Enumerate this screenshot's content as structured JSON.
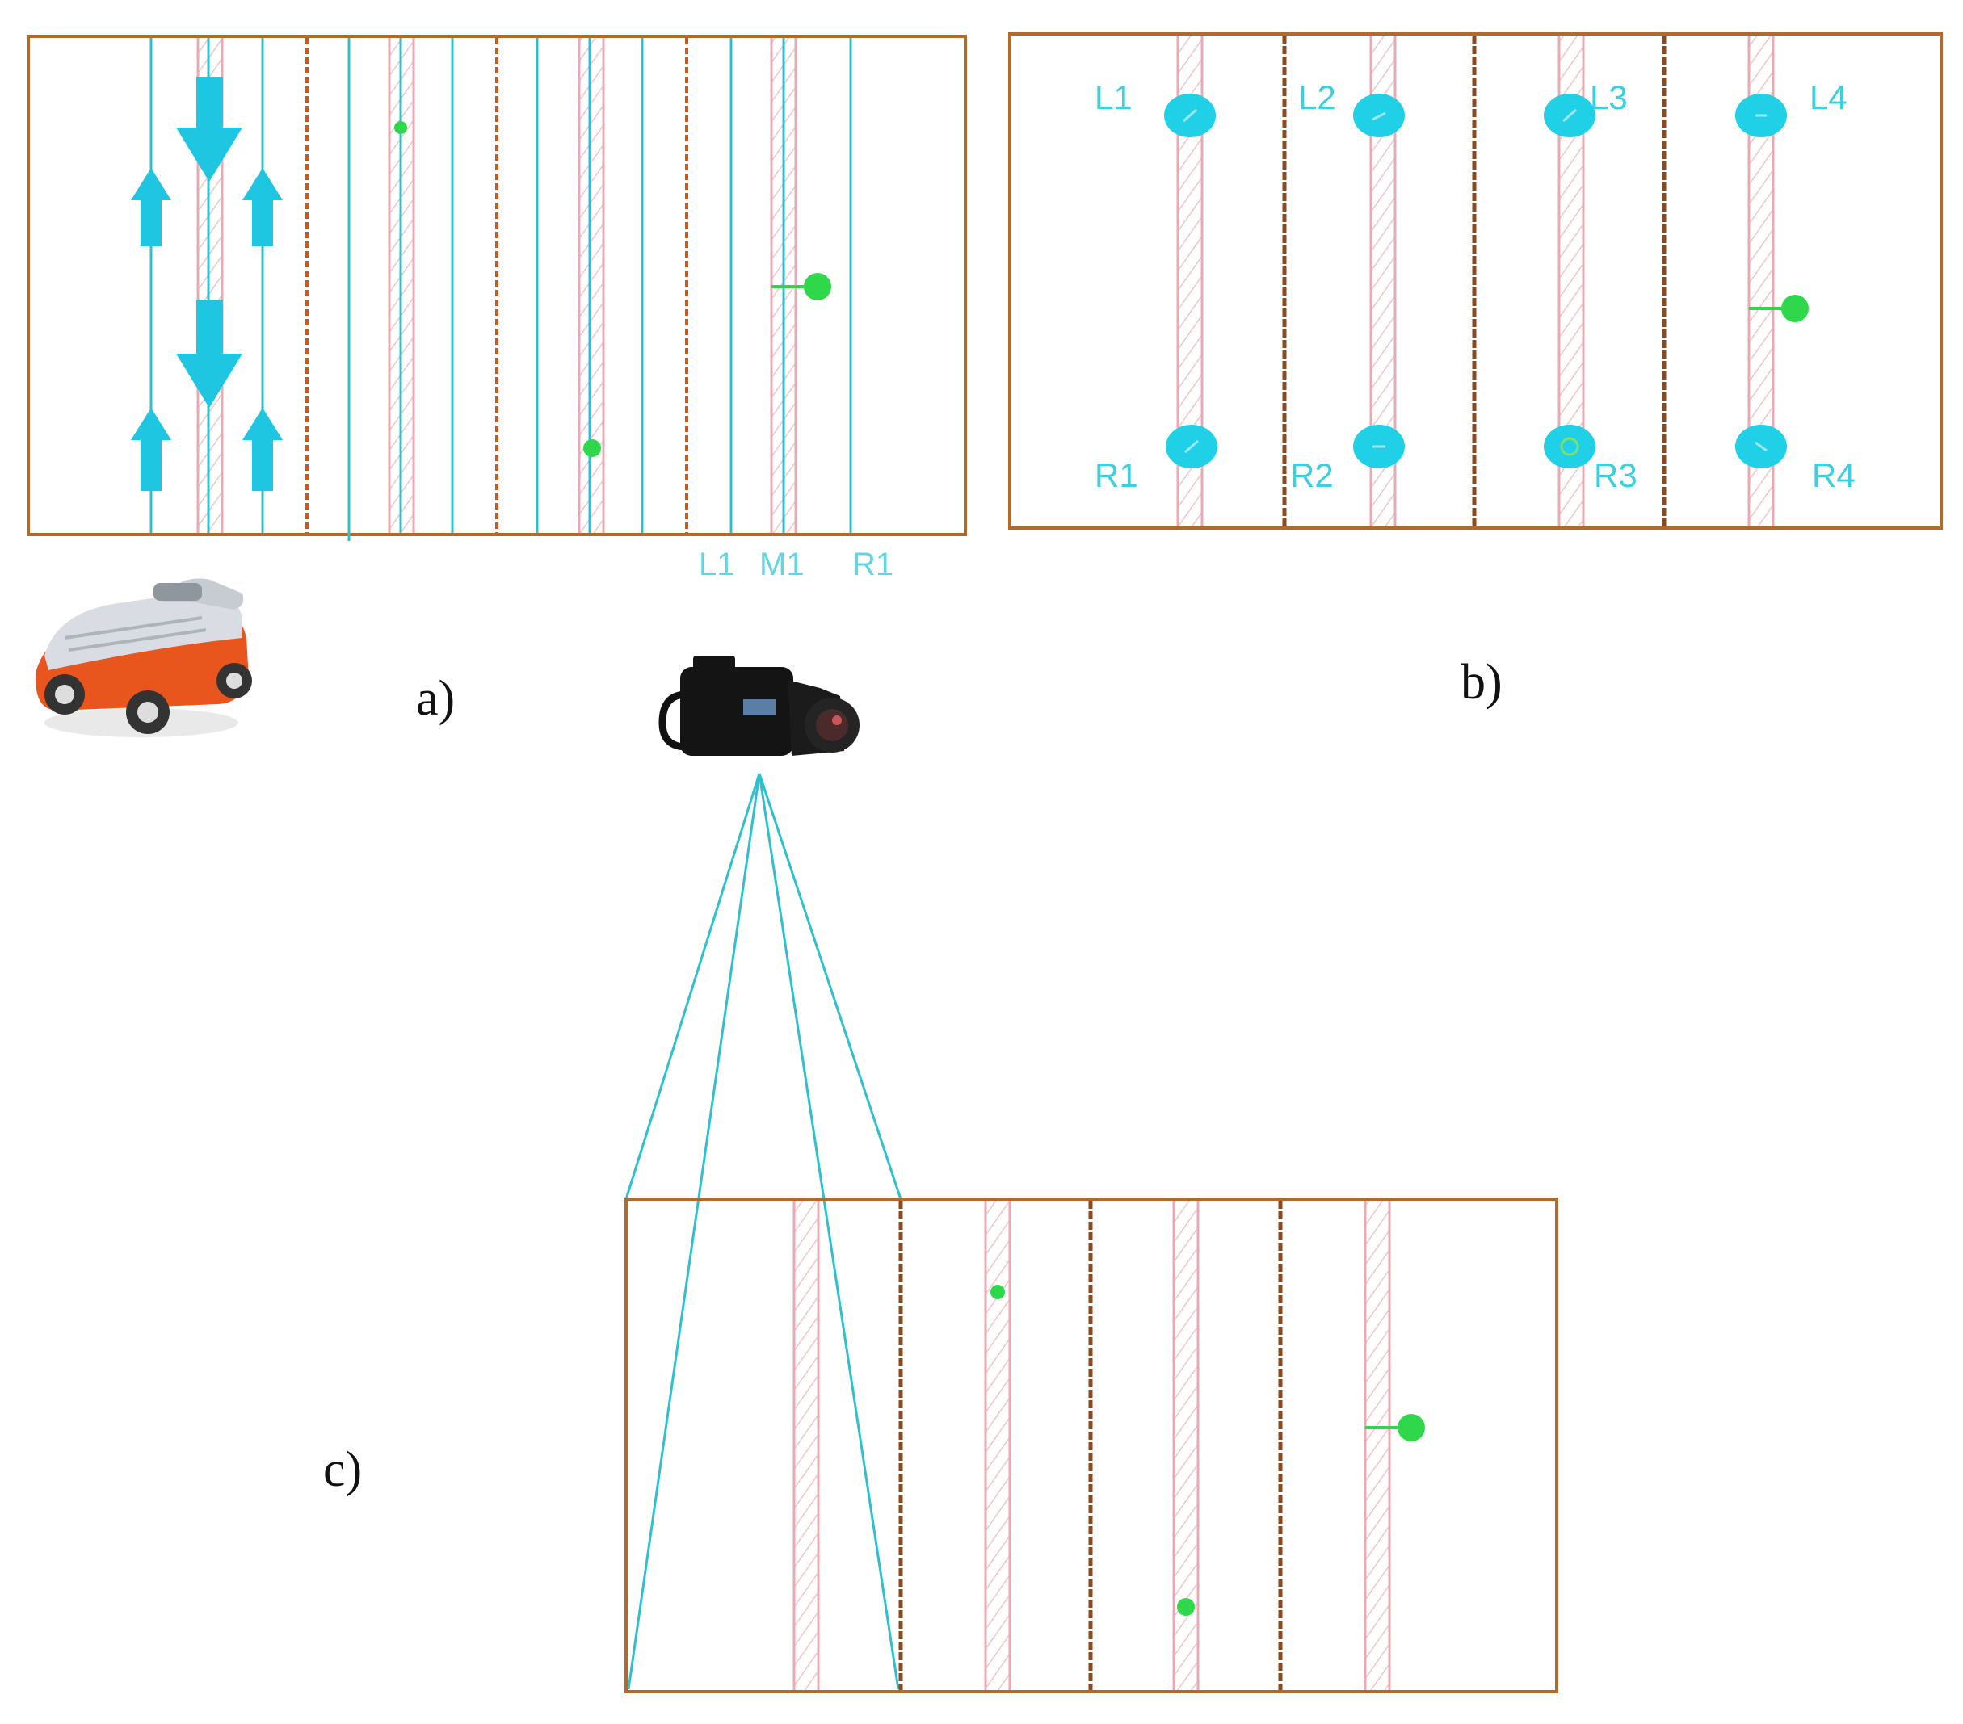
{
  "colors": {
    "border": "#b06a2c",
    "joint": "#c85a1e",
    "rebar": "#e9aab2",
    "scan_line": "#2ec0cf",
    "arrow": "#1fc6e2",
    "marker": "#2fd84a",
    "label": "#3ccfe0"
  },
  "panel_a": {
    "caption": "a)",
    "line_labels": [
      "L1",
      "M1",
      "R1"
    ],
    "device_icon": "gpr-cart-icon"
  },
  "panel_b": {
    "caption": "b)",
    "top_points": [
      "L1",
      "L2",
      "L3",
      "L4"
    ],
    "bottom_points": [
      "R1",
      "R2",
      "R3",
      "R4"
    ]
  },
  "panel_c": {
    "caption": "c)",
    "device_icon": "thermal-camera-icon"
  }
}
